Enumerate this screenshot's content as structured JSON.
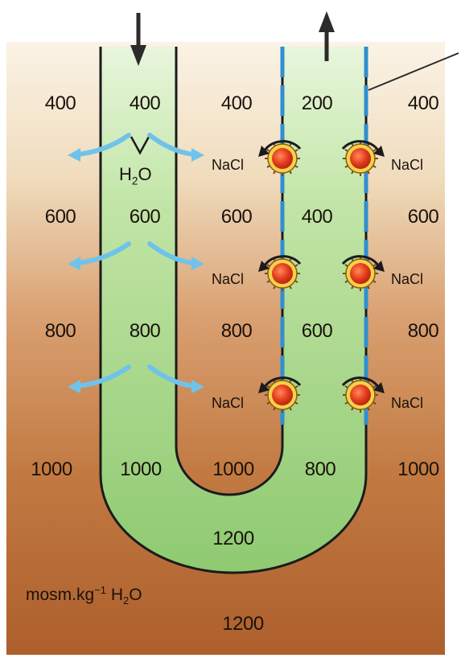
{
  "rows": [
    {
      "outer_left": "400",
      "desc_limb": "400",
      "interstitial": "400",
      "asc_limb": "200",
      "outer_right": "400"
    },
    {
      "outer_left": "600",
      "desc_limb": "600",
      "interstitial": "600",
      "asc_limb": "400",
      "outer_right": "600"
    },
    {
      "outer_left": "800",
      "desc_limb": "800",
      "interstitial": "800",
      "asc_limb": "600",
      "outer_right": "800"
    },
    {
      "outer_left": "1000",
      "desc_limb": "1000",
      "interstitial": "1000",
      "asc_limb": "800",
      "outer_right": "1000"
    }
  ],
  "loop_tip": "1200",
  "bottom_value": "1200",
  "transport": {
    "salt": "NaCl",
    "water_main": "H",
    "water_sub": "2",
    "water_tail": "O"
  },
  "unit": {
    "main": "mosm.kg",
    "sup": "−1",
    "tail": " H",
    "sub": "2",
    "end": "O"
  },
  "colors": {
    "tubule_fill": "#bfe6a6",
    "tubule_fill_deep": "#8ccf74",
    "background_top": "#fbf3e6",
    "background_bottom": "#ad5f2c",
    "water_arrow": "#6fc3ea",
    "pump": "#d83a1c",
    "pump_rim": "#f5d24a",
    "thick_wall": "#2f8fd0",
    "arrow": "#2b2b2b"
  },
  "icons": [
    "inflow-arrow-icon",
    "outflow-arrow-icon",
    "water-arrow-icon",
    "sodium-pump-icon",
    "curved-arrow-icon"
  ]
}
